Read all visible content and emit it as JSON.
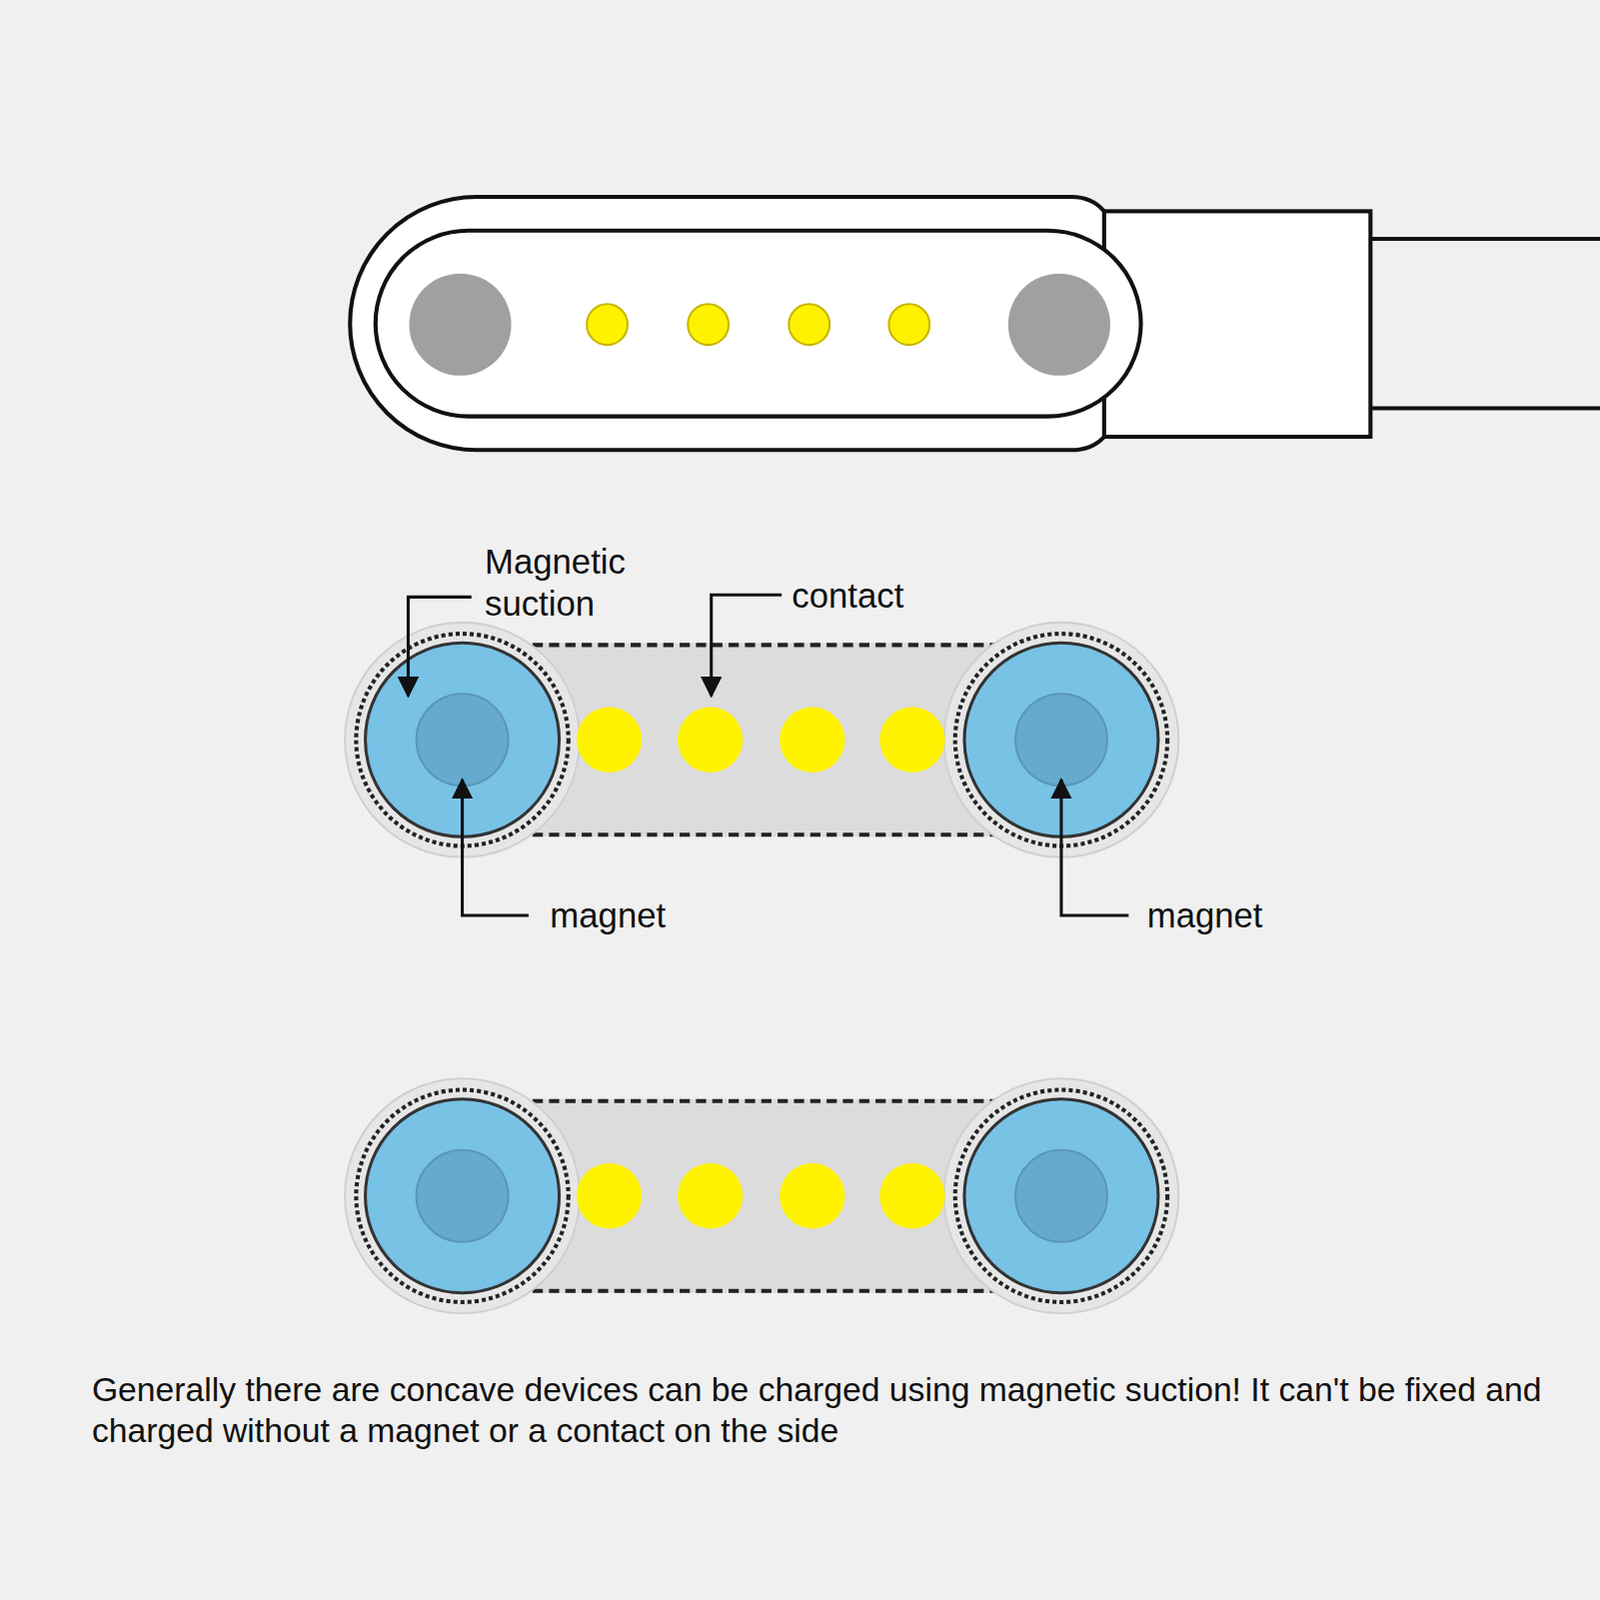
{
  "diagram": {
    "caption": "Generally there are concave devices can be charged using magnetic suction! It can't be fixed and charged without a magnet or a contact on the side",
    "labels": [
      "Magnetic suction",
      "contact",
      "magnet",
      "magnet"
    ]
  }
}
